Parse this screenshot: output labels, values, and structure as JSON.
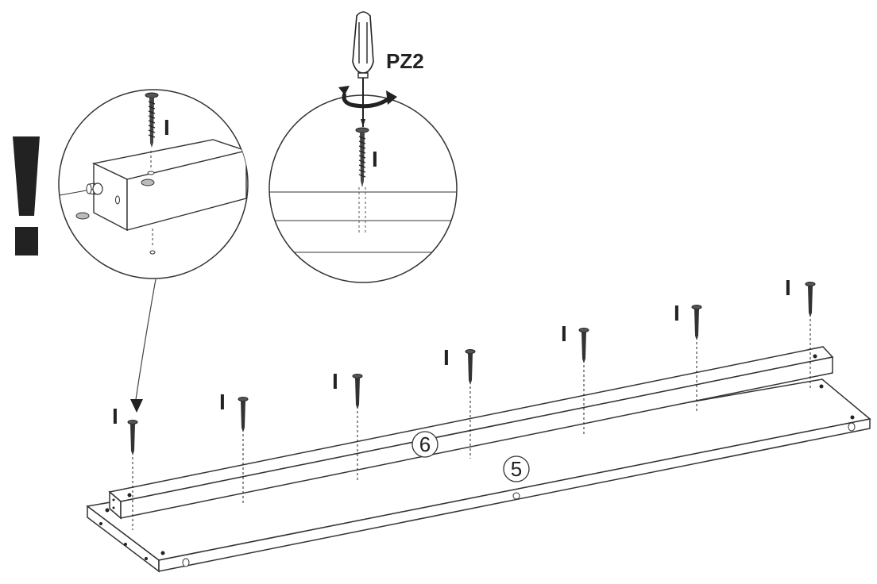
{
  "warning": {
    "symbol": "!"
  },
  "tool": {
    "label": "PZ2",
    "icon": "phillips-screwdriver-icon"
  },
  "screw_code": "I",
  "parts": {
    "rail": "6",
    "panel": "5"
  },
  "screws": [
    {
      "code": "I"
    },
    {
      "code": "I"
    },
    {
      "code": "I"
    },
    {
      "code": "I"
    },
    {
      "code": "I"
    },
    {
      "code": "I"
    },
    {
      "code": "I"
    }
  ],
  "colors": {
    "line": "#2a2a2a",
    "fill": "#ffffff",
    "dark": "#222222"
  }
}
